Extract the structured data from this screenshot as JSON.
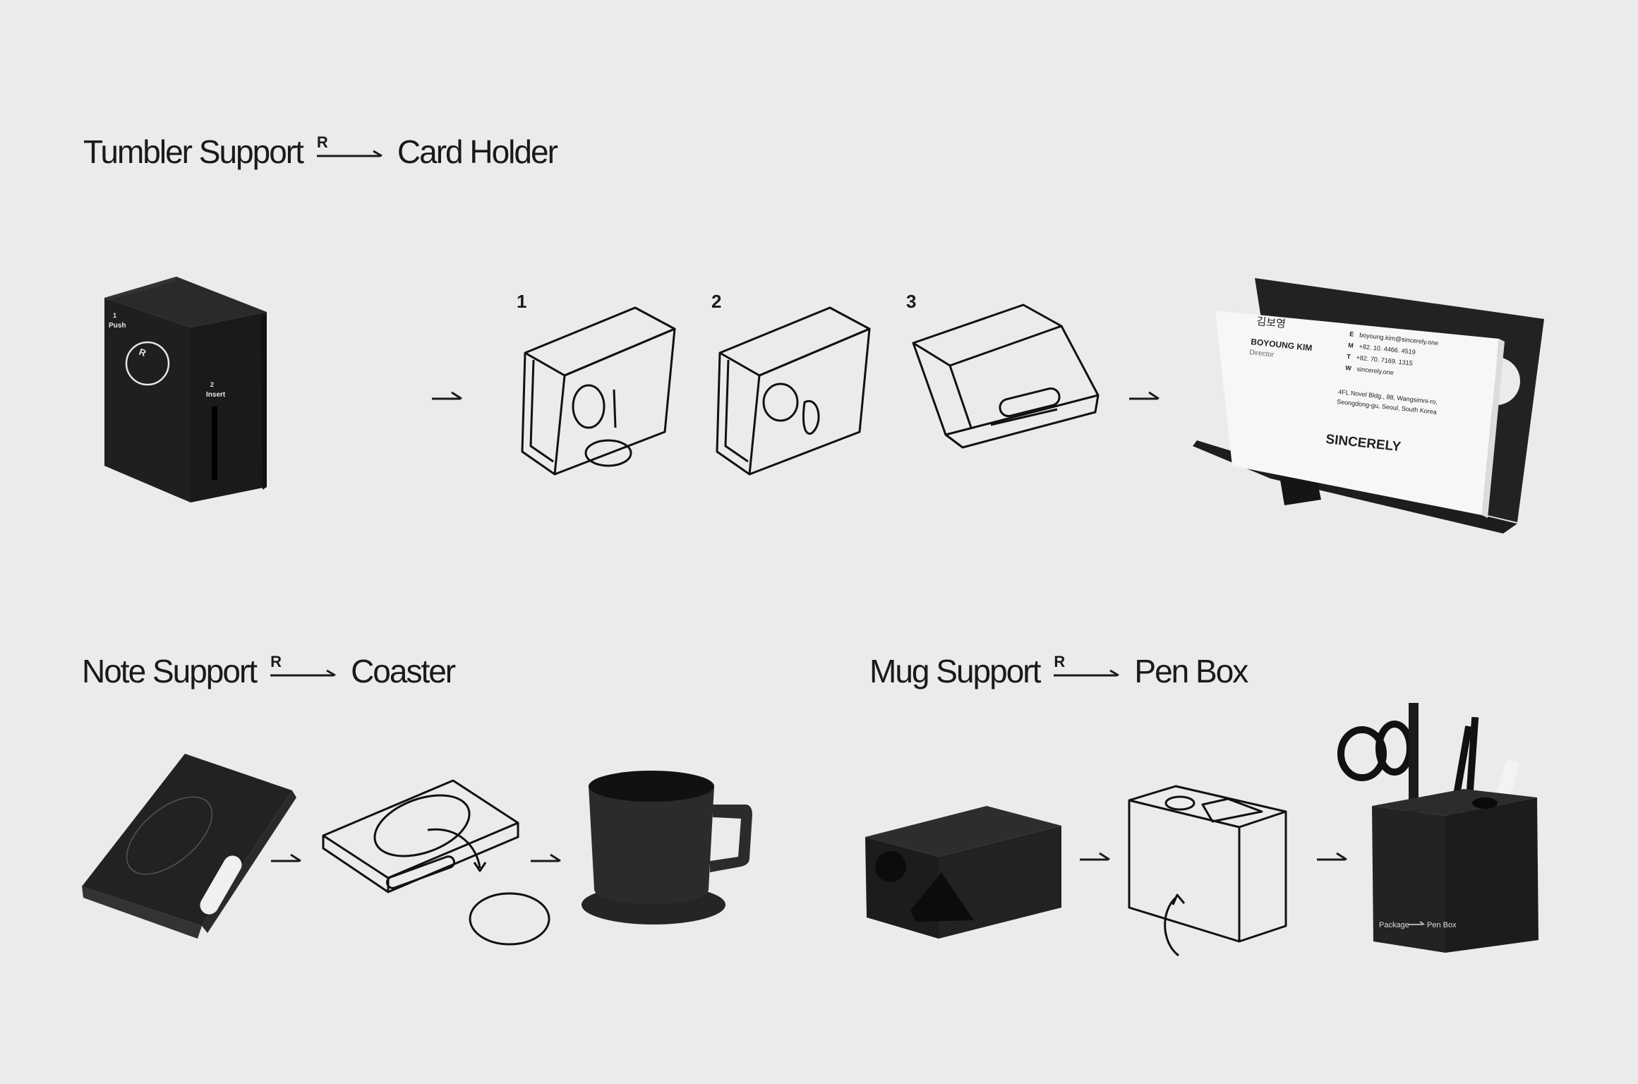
{
  "sections": {
    "top": {
      "from": "Tumbler Support",
      "badge": "R",
      "to": "Card Holder"
    },
    "bottom_left": {
      "from": "Note Support",
      "badge": "R",
      "to": "Coaster"
    },
    "bottom_right": {
      "from": "Mug Support",
      "badge": "R",
      "to": "Pen Box"
    }
  },
  "steps": [
    "1",
    "2",
    "3"
  ],
  "package_box": {
    "push_num": "1",
    "push_label": "Push",
    "insert_num": "2",
    "insert_label": "Insert",
    "circle_badge": "R"
  },
  "business_card": {
    "korean_name": "김보영",
    "name": "BOYOUNG KIM",
    "title": "Director",
    "contacts": [
      {
        "k": "E",
        "v": "boyoung.kim@sincerely.one"
      },
      {
        "k": "M",
        "v": "+82. 10. 4466. 4519"
      },
      {
        "k": "T",
        "v": "+82. 70. 7169. 1315"
      },
      {
        "k": "W",
        "v": "sincerely.one"
      }
    ],
    "address_1": "4FL Novel Bldg., 88, Wangsimni-ro,",
    "address_2": "Seongdong-gu, Seoul, South Korea",
    "brand": "SINCERELY"
  },
  "pen_box_label": {
    "from": "Package",
    "to": "Pen Box"
  }
}
